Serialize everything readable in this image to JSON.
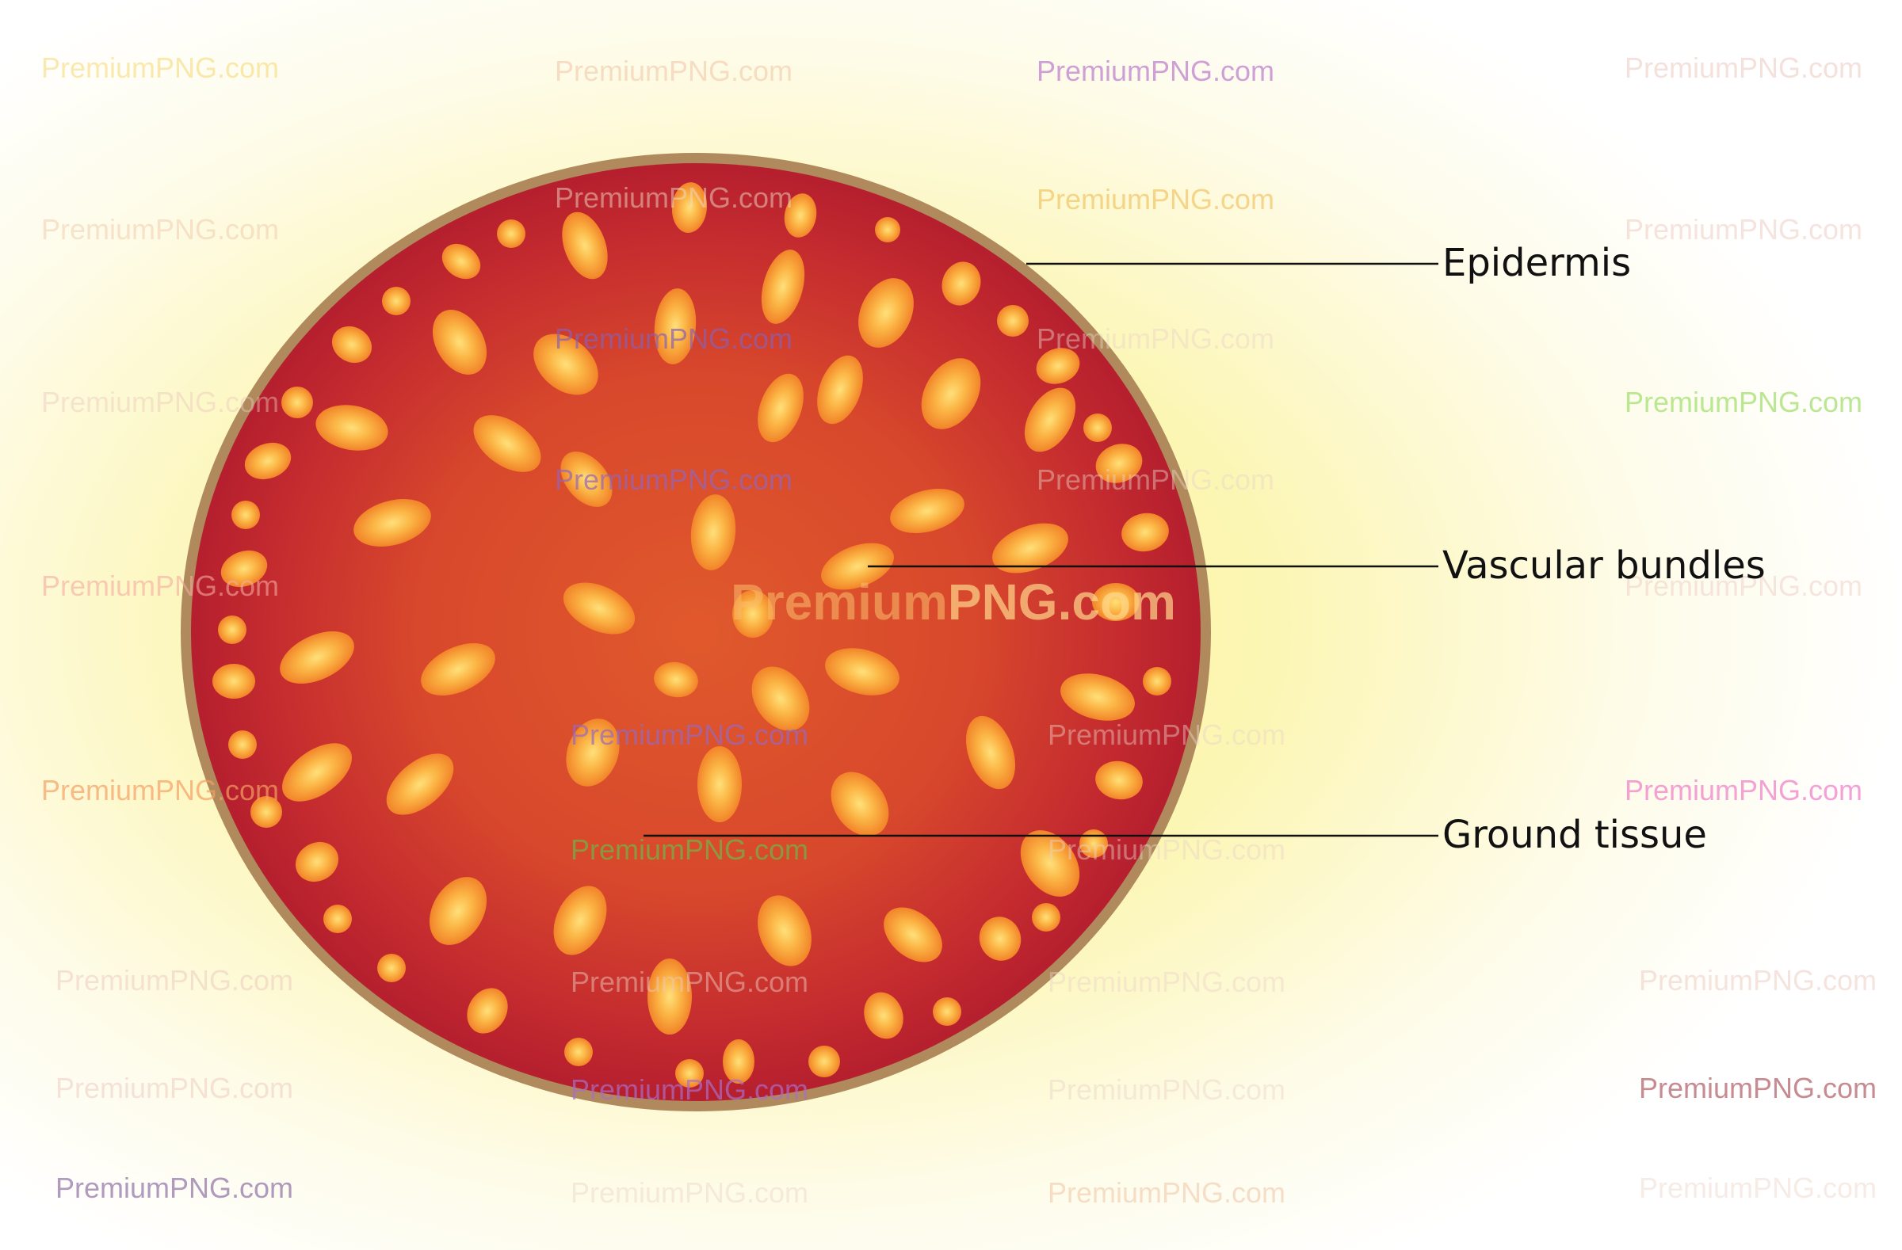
{
  "labels": {
    "epidermis": "Epidermis",
    "vascular_bundles": "Vascular bundles",
    "ground_tissue": "Ground tissue"
  },
  "watermark": {
    "text": "PremiumPNG.com",
    "center_prefix": "Premium",
    "center_suffix": "PNG.com"
  },
  "colors": {
    "epidermis_ring": "#b08a5c",
    "ground_tissue_center": "#e0592c",
    "ground_tissue_edge": "#b8202e",
    "bundle_fill": "#f8892c",
    "bundle_highlight": "#ffe07a",
    "leader_line": "#111111"
  }
}
